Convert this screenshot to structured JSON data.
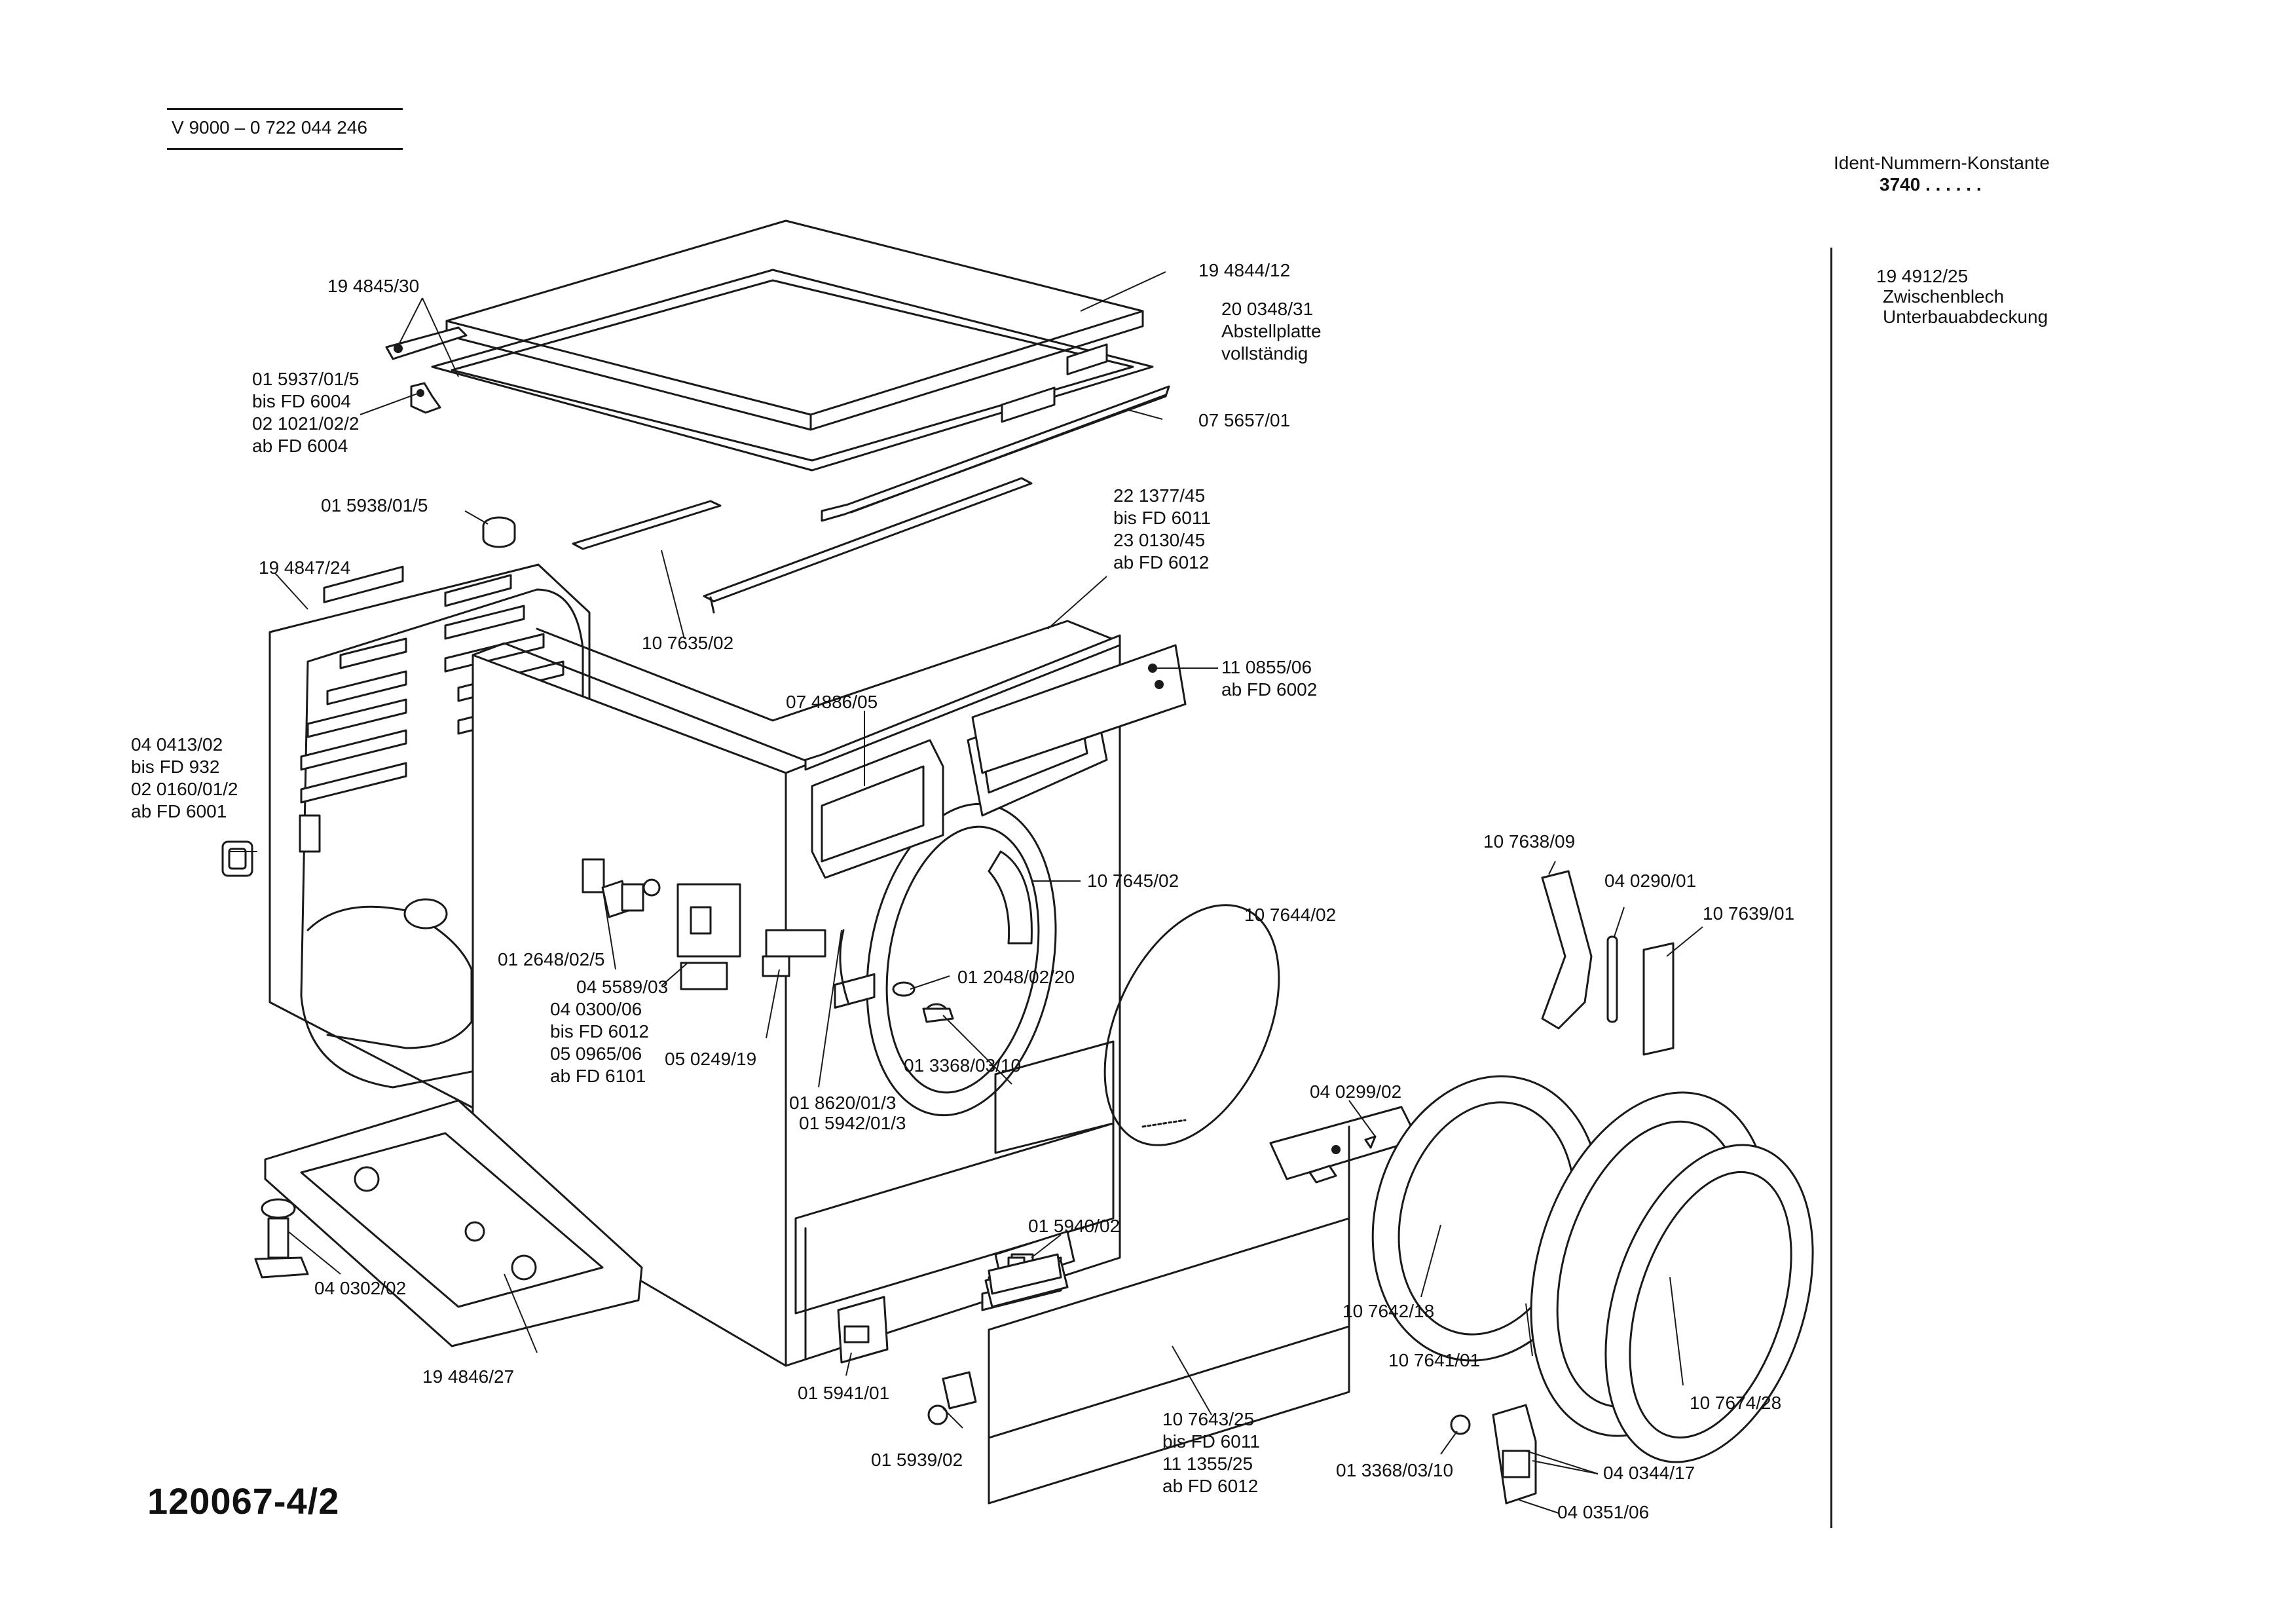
{
  "header": {
    "model_code": "V 9000 – 0 722 044 246",
    "ident_title": "Ident-Nummern-Konstante",
    "ident_value": "3740  . .   . . . ."
  },
  "side_note": [
    "19 4912/25",
    "Zwischenblech",
    "Unterbauabdeckung"
  ],
  "drawing_number": "120067-4/2",
  "parts": [
    {
      "id": "p01",
      "lines": [
        "19 4845/30"
      ]
    },
    {
      "id": "p02",
      "lines": [
        "19 4844/12"
      ]
    },
    {
      "id": "p03",
      "lines": [
        "20 0348/31",
        "Abstellplatte",
        "vollständig"
      ]
    },
    {
      "id": "p04",
      "lines": [
        "01 5937/01/5",
        "bis FD 6004",
        "02 1021/02/2",
        "ab FD 6004"
      ]
    },
    {
      "id": "p05",
      "lines": [
        "07 5657/01"
      ]
    },
    {
      "id": "p06",
      "lines": [
        "01 5938/01/5"
      ]
    },
    {
      "id": "p07",
      "lines": [
        "22 1377/45",
        "bis FD 6011",
        "23 0130/45",
        "ab FD 6012"
      ]
    },
    {
      "id": "p08",
      "lines": [
        "19 4847/24"
      ]
    },
    {
      "id": "p09",
      "lines": [
        "10 7635/02"
      ]
    },
    {
      "id": "p10",
      "lines": [
        "11 0855/06",
        "ab FD 6002"
      ]
    },
    {
      "id": "p11",
      "lines": [
        "07 4886/05"
      ]
    },
    {
      "id": "p12",
      "lines": [
        "04 0413/02",
        "bis FD 932",
        "02 0160/01/2",
        "ab FD 6001"
      ]
    },
    {
      "id": "p13",
      "lines": [
        "10 7638/09"
      ]
    },
    {
      "id": "p14",
      "lines": [
        "04 0290/01"
      ]
    },
    {
      "id": "p15",
      "lines": [
        "10 7639/01"
      ]
    },
    {
      "id": "p16",
      "lines": [
        "10 7645/02"
      ]
    },
    {
      "id": "p17",
      "lines": [
        "10 7644/02"
      ]
    },
    {
      "id": "p18",
      "lines": [
        "01 2648/02/5"
      ]
    },
    {
      "id": "p19",
      "lines": [
        "01 2048/02/20"
      ]
    },
    {
      "id": "p20",
      "lines": [
        "04 5589/03"
      ]
    },
    {
      "id": "p21",
      "lines": [
        "04 0300/06",
        "bis FD 6012",
        "05 0965/06",
        "ab FD 6101"
      ]
    },
    {
      "id": "p22",
      "lines": [
        "05 0249/19"
      ]
    },
    {
      "id": "p23",
      "lines": [
        "01 3368/03/10"
      ]
    },
    {
      "id": "p24",
      "lines": [
        "01 8620/01/3"
      ]
    },
    {
      "id": "p25",
      "lines": [
        "01 5942/01/3"
      ]
    },
    {
      "id": "p26",
      "lines": [
        "04 0299/02"
      ]
    },
    {
      "id": "p27",
      "lines": [
        "01 5940/02"
      ]
    },
    {
      "id": "p28",
      "lines": [
        "04 0302/02"
      ]
    },
    {
      "id": "p29",
      "lines": [
        "10 7642/18"
      ]
    },
    {
      "id": "p30",
      "lines": [
        "19 4846/27"
      ]
    },
    {
      "id": "p31",
      "lines": [
        "01 5941/01"
      ]
    },
    {
      "id": "p32",
      "lines": [
        "10 7641/01"
      ]
    },
    {
      "id": "p33",
      "lines": [
        "10 7674/28"
      ]
    },
    {
      "id": "p34",
      "lines": [
        "10 7643/25",
        "bis FD 6011",
        "11 1355/25",
        "ab FD 6012"
      ]
    },
    {
      "id": "p35",
      "lines": [
        "01 5939/02"
      ]
    },
    {
      "id": "p36",
      "lines": [
        "01 3368/03/10"
      ]
    },
    {
      "id": "p37",
      "lines": [
        "04 0344/17"
      ]
    },
    {
      "id": "p38",
      "lines": [
        "04 0351/06"
      ]
    }
  ]
}
